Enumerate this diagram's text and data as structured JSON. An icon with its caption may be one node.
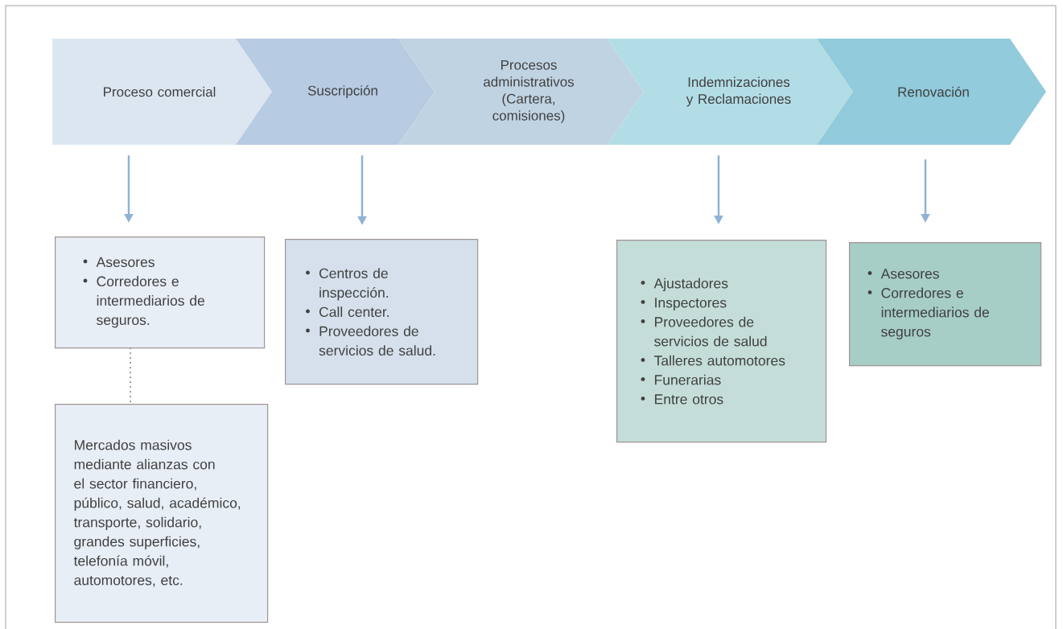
{
  "diagram": {
    "nodes": [
      {
        "text": [
          "Proceso comercial"
        ]
      },
      {
        "text": [
          "Suscripción"
        ]
      },
      {
        "text": [
          "Procesos administrativos (Cartera, comisiones)"
        ]
      },
      {
        "text": [
          "Indemnizaciones y Reclamaciones"
        ]
      },
      {
        "text": [
          "Renovación"
        ]
      },
      {
        "text": [
          "Asesores",
          "Corredores e intermediarios de seguros."
        ]
      },
      {
        "text": [
          "Mercados masivos mediante alianzas con el sector financiero, público, salud, académico, transporte, solidario, grandes superficies, telefonía móvil, automotores, etc."
        ]
      },
      {
        "text": [
          "Centros de inspección.",
          "Call center.",
          "Proveedores de servicios de salud."
        ]
      },
      {
        "text": [
          "Ajustadores",
          "Inspectores",
          "Proveedores de servicios de salud",
          "Talleres automotores",
          "Funerarias",
          "Entre otros"
        ]
      },
      {
        "text": [
          "Asesores",
          "Corredores e intermediarios de seguros"
        ]
      }
    ],
    "edges": [
      {
        "from": 0,
        "to": 5,
        "arrow": "to"
      },
      {
        "from": 1,
        "to": 7,
        "arrow": "to"
      },
      {
        "from": 3,
        "to": 8,
        "arrow": "to"
      },
      {
        "from": 4,
        "to": 9,
        "arrow": "to"
      },
      {
        "from": 5,
        "to": 6,
        "arrow": "none",
        "style": "dashed",
        "color": "#a09494"
      }
    ]
  }
}
